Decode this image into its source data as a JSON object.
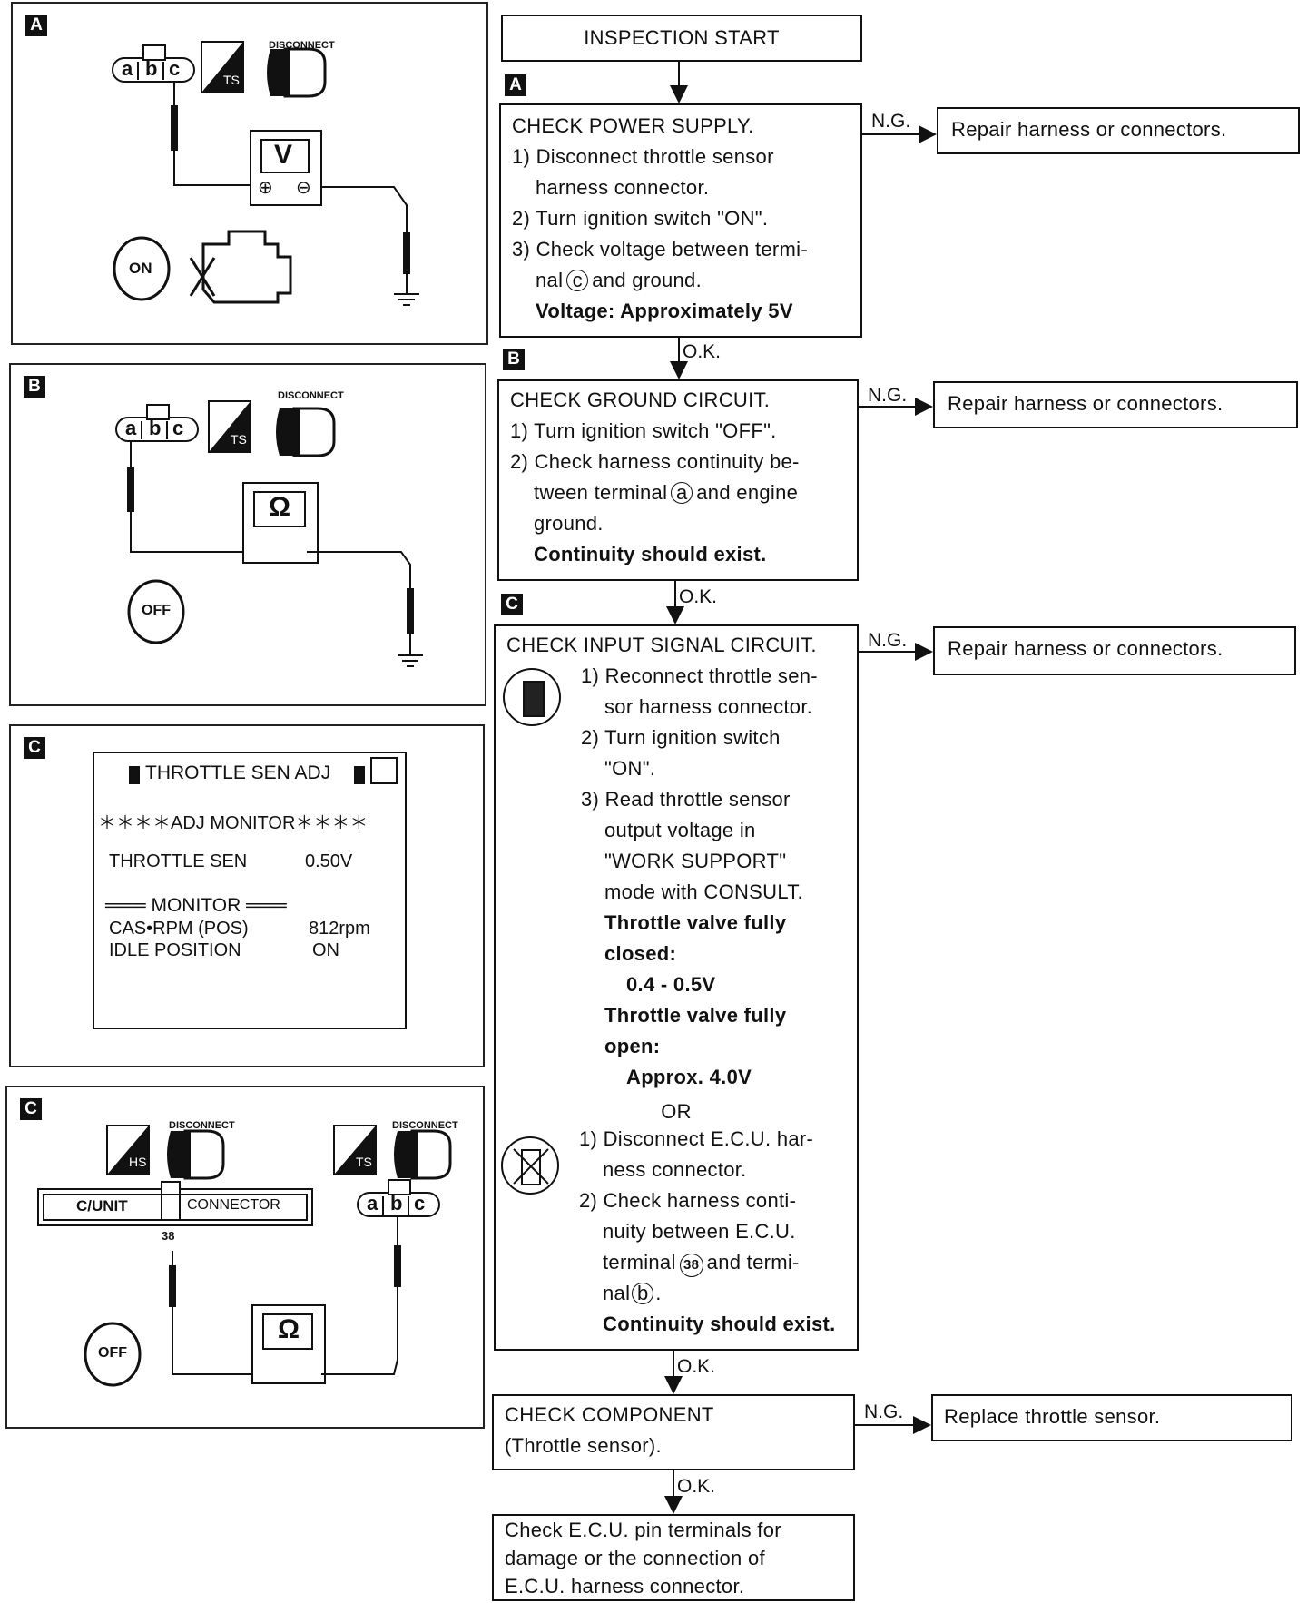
{
  "panels": {
    "a": {
      "tag": "A",
      "terminals": [
        "a",
        "b",
        "c"
      ],
      "badge": "TS",
      "disconnect": "DISCONNECT",
      "meter": "V",
      "plus": "⊕",
      "minus": "⊖",
      "key": "ON"
    },
    "b": {
      "tag": "B",
      "terminals": [
        "a",
        "b",
        "c"
      ],
      "badge": "TS",
      "disconnect": "DISCONNECT",
      "meter": "Ω",
      "key": "OFF"
    },
    "c1": {
      "tag": "C",
      "screen_title": "THROTTLE SEN ADJ",
      "adj_monitor": "＊＊＊＊ADJ MONITOR＊＊＊＊",
      "row1_label": "THROTTLE SEN",
      "row1_value": "0.50V",
      "monitor": "═══ MONITOR ═══",
      "row2_label": "CAS•RPM (POS)",
      "row2_value": "812rpm",
      "row3_label": "IDLE POSITION",
      "row3_value": "ON"
    },
    "c2": {
      "tag": "C",
      "badge_left": "HS",
      "badge_right": "TS",
      "disconnect_left": "DISCONNECT",
      "disconnect_right": "DISCONNECT",
      "cunit": "C/UNIT",
      "connector": "CONNECTOR",
      "pin": "38",
      "terminals": [
        "a",
        "b",
        "c"
      ],
      "meter": "Ω",
      "key": "OFF"
    }
  },
  "flow": {
    "start": "INSPECTION START",
    "tag_a": "A",
    "tag_b": "B",
    "tag_c": "C",
    "ng": "N.G.",
    "ok": "O.K.",
    "or": "OR",
    "step1": {
      "title": "CHECK POWER SUPPLY.",
      "l1": "1) Disconnect throttle sensor",
      "l2": "harness connector.",
      "l3": "2) Turn ignition switch \"ON\".",
      "l4": "3) Check voltage between termi-",
      "l5a": "nal",
      "l5t": "c",
      "l5b": "and ground.",
      "spec": "Voltage: Approximately 5V"
    },
    "step2": {
      "title": "CHECK GROUND CIRCUIT.",
      "l1": "1) Turn ignition switch \"OFF\".",
      "l2": "2) Check harness continuity be-",
      "l3a": "tween terminal",
      "l3t": "a",
      "l3b": "and engine",
      "l4": "ground.",
      "spec": "Continuity should exist."
    },
    "step3": {
      "title": "CHECK INPUT SIGNAL CIRCUIT.",
      "l1": "1) Reconnect throttle sen-",
      "l2": "sor harness connector.",
      "l3": "2) Turn ignition switch",
      "l4": "\"ON\".",
      "l5": "3) Read throttle sensor",
      "l6": "output voltage in",
      "l7": "\"WORK SUPPORT\"",
      "l8": "mode with CONSULT.",
      "s1": "Throttle valve fully",
      "s2": "closed:",
      "s3": "0.4 - 0.5V",
      "s4": "Throttle valve fully",
      "s5": "open:",
      "s6": "Approx. 4.0V",
      "m1": "1) Disconnect E.C.U. har-",
      "m2": "ness connector.",
      "m3": "2) Check harness conti-",
      "m4": "nuity between E.C.U.",
      "m5a": "terminal",
      "m5t": "38",
      "m5b": "and termi-",
      "m6a": "nal",
      "m6t": "b",
      "m6b": ".",
      "spec": "Continuity should exist."
    },
    "step4": {
      "title": "CHECK COMPONENT",
      "sub": "(Throttle sensor)."
    },
    "final": {
      "l1": "Check E.C.U. pin terminals for",
      "l2": "damage or the connection of",
      "l3": "E.C.U. harness connector."
    },
    "repair1": "Repair harness or connectors.",
    "repair2": "Repair harness or connectors.",
    "repair3": "Repair harness or connectors.",
    "replace": "Replace throttle sensor."
  }
}
